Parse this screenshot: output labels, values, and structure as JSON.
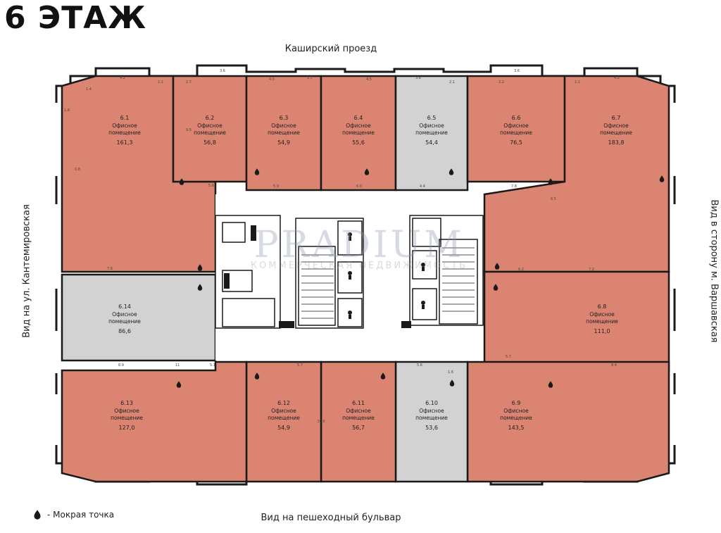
{
  "title": "6 ЭТАЖ",
  "orientation": {
    "top": "Каширский проезд",
    "bottom": "Вид на пешеходный бульвар",
    "left": "Вид на ул. Кантемировская",
    "right": "Вид в сторону м. Варшавская"
  },
  "legend": {
    "icon": "water-drop-icon",
    "label": "- Мокрая точка"
  },
  "watermark": {
    "main": "PRADIUM",
    "sub": "КОММЕРЧЕСКАЯ НЕДВИЖИМОСТЬ"
  },
  "colors": {
    "office": "#db8472",
    "office_gray": "#d2d2d2",
    "wall": "#1a1a1a",
    "core": "#ffffff"
  },
  "rooms": [
    {
      "id": "6.1",
      "type": "Офисное помещение",
      "area": "161,3",
      "status": "available"
    },
    {
      "id": "6.2",
      "type": "Офисное помещение",
      "area": "56,8",
      "status": "available"
    },
    {
      "id": "6.3",
      "type": "Офисное помещение",
      "area": "54,9",
      "status": "available"
    },
    {
      "id": "6.4",
      "type": "Офисное помещение",
      "area": "55,6",
      "status": "available"
    },
    {
      "id": "6.5",
      "type": "Офисное помещение",
      "area": "54,4",
      "status": "unavailable"
    },
    {
      "id": "6.6",
      "type": "Офисное помещение",
      "area": "76,5",
      "status": "available"
    },
    {
      "id": "6.7",
      "type": "Офисное помещение",
      "area": "183,8",
      "status": "available"
    },
    {
      "id": "6.8",
      "type": "Офисное помещение",
      "area": "111,0",
      "status": "available"
    },
    {
      "id": "6.9",
      "type": "Офисное помещение",
      "area": "143,5",
      "status": "available"
    },
    {
      "id": "6.10",
      "type": "Офисное помещение",
      "area": "53,6",
      "status": "unavailable"
    },
    {
      "id": "6.11",
      "type": "Офисное помещение",
      "area": "56,7",
      "status": "available"
    },
    {
      "id": "6.12",
      "type": "Офисное помещение",
      "area": "54,9",
      "status": "available"
    },
    {
      "id": "6.13",
      "type": "Офисное помещение",
      "area": "127,0",
      "status": "available"
    },
    {
      "id": "6.14",
      "type": "Офисное помещение",
      "area": "86,6",
      "status": "unavailable"
    }
  ],
  "dimensions": [
    "4.2",
    "2.1",
    "3.6",
    "2.7",
    "4.0",
    "1.7",
    "4.5",
    "3.6",
    "2.1",
    "2.2",
    "3.6",
    "2.1",
    "4.2",
    "1.4",
    "1.8",
    "5.6",
    "5.9",
    "6.0",
    "4.4",
    "7.8",
    "6.5",
    "7.6",
    "6.2",
    "7.2",
    "8.9",
    "5.7",
    "8.4",
    "5.1",
    "5.7",
    "5.6",
    "1.6",
    "0.8",
    "9.5",
    "10.0",
    "11"
  ]
}
